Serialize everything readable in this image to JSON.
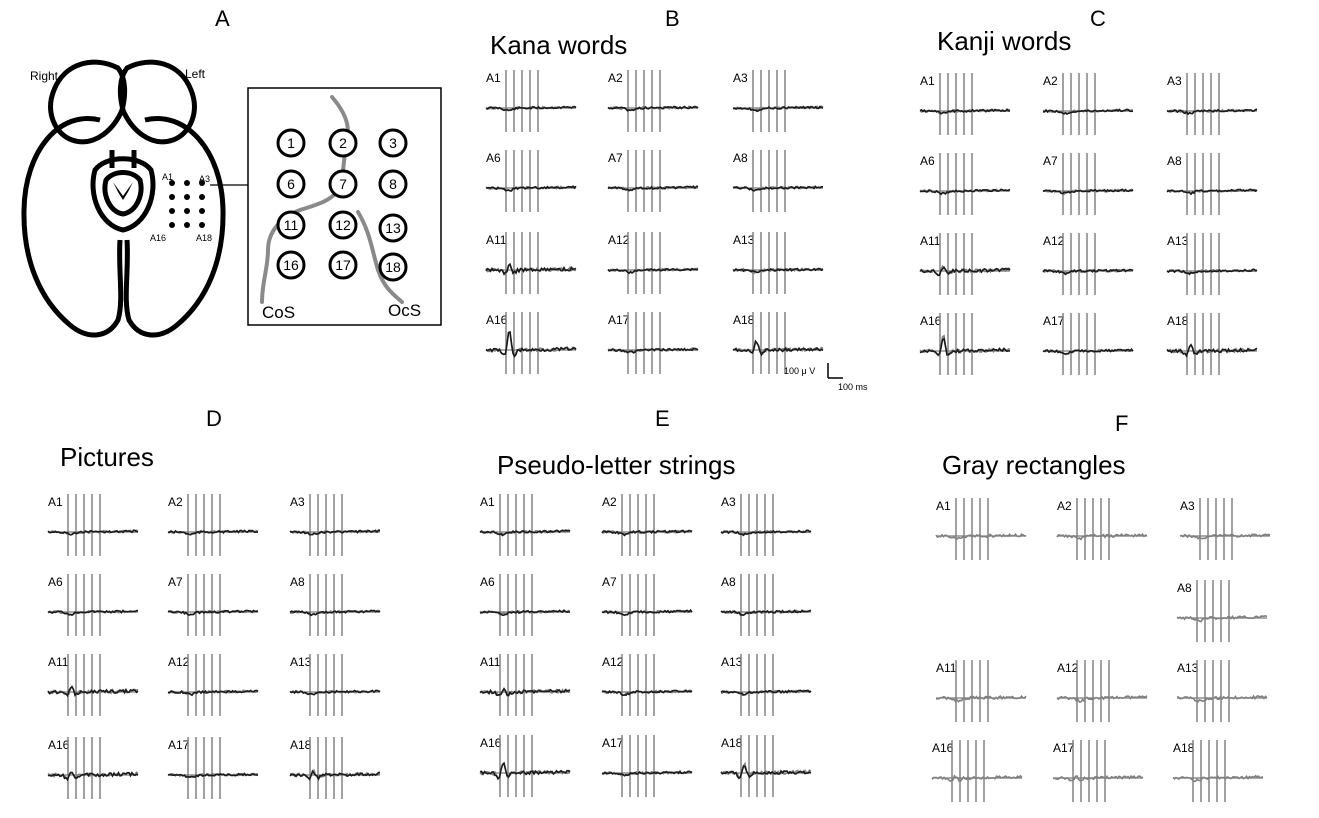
{
  "panels": [
    {
      "letter": "A"
    },
    {
      "letter": "B",
      "title": "Kana words"
    },
    {
      "letter": "C",
      "title": "Kanji words"
    },
    {
      "letter": "D",
      "title": "Pictures"
    },
    {
      "letter": "E",
      "title": "Pseudo-letter strings"
    },
    {
      "letter": "F",
      "title": "Gray rectangles"
    }
  ],
  "brain": {
    "right_label": "Right",
    "left_label": "Left",
    "small_labels": [
      "A1",
      "A3",
      "A16",
      "A18"
    ],
    "sulci": [
      "CoS",
      "OcS"
    ],
    "electrodes": [
      "1",
      "2",
      "3",
      "6",
      "7",
      "8",
      "11",
      "12",
      "13",
      "16",
      "17",
      "18"
    ]
  },
  "channels": [
    "A1",
    "A2",
    "A3",
    "A6",
    "A7",
    "A8",
    "A11",
    "A12",
    "A13",
    "A16",
    "A17",
    "A18"
  ],
  "gray_rect_channels": [
    "A1",
    "A2",
    "A3",
    "A8",
    "A11",
    "A12",
    "A13",
    "A16",
    "A17",
    "A18"
  ],
  "scale_bar": {
    "amplitude": "100 μ V",
    "time": "100 ms"
  },
  "colors": {
    "trace_dark": "#1a1a1a",
    "trace_gray": "#808080",
    "lines": "#7a7a7a"
  }
}
